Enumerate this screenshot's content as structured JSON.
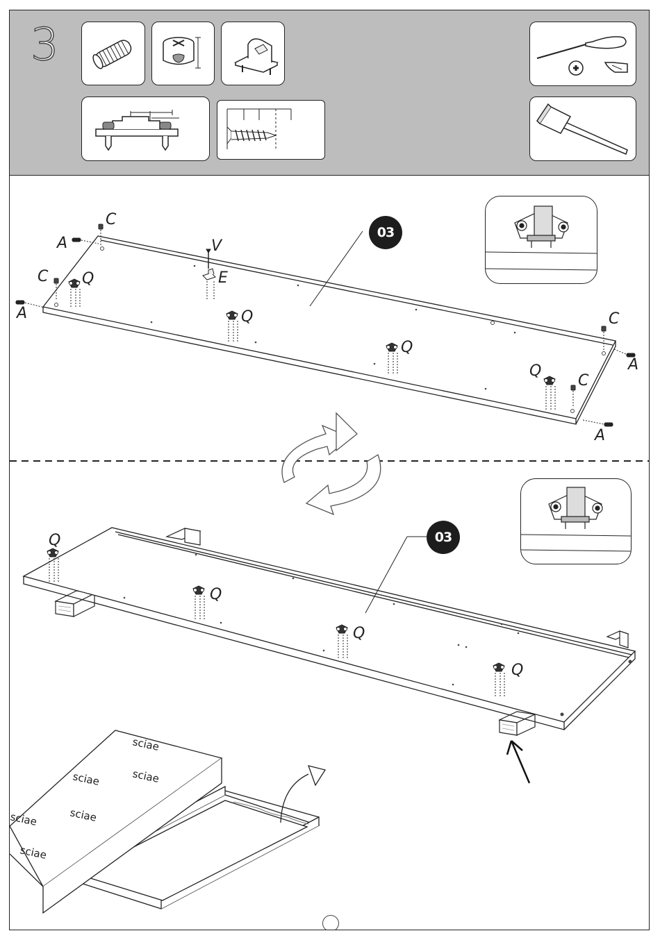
{
  "step": {
    "number": "3"
  },
  "labels": {
    "A": "A",
    "C": "C",
    "V": "V",
    "E": "E",
    "Q": "Q"
  },
  "panel_callout": "03",
  "box_brand": "sciae",
  "page_number": "",
  "icons": {
    "hardware": [
      "dowel-icon",
      "cam-lock-icon",
      "shelf-support-icon",
      "hinge-plate-icon",
      "screw-icon"
    ],
    "tools": [
      "screwdriver-icon",
      "hammer-icon"
    ],
    "other": [
      "rotate-icon",
      "arrow-up-icon"
    ]
  },
  "colors": {
    "header_bg": "#bdbdbd",
    "callout_bg": "#1d1d1d",
    "line": "#222222"
  }
}
